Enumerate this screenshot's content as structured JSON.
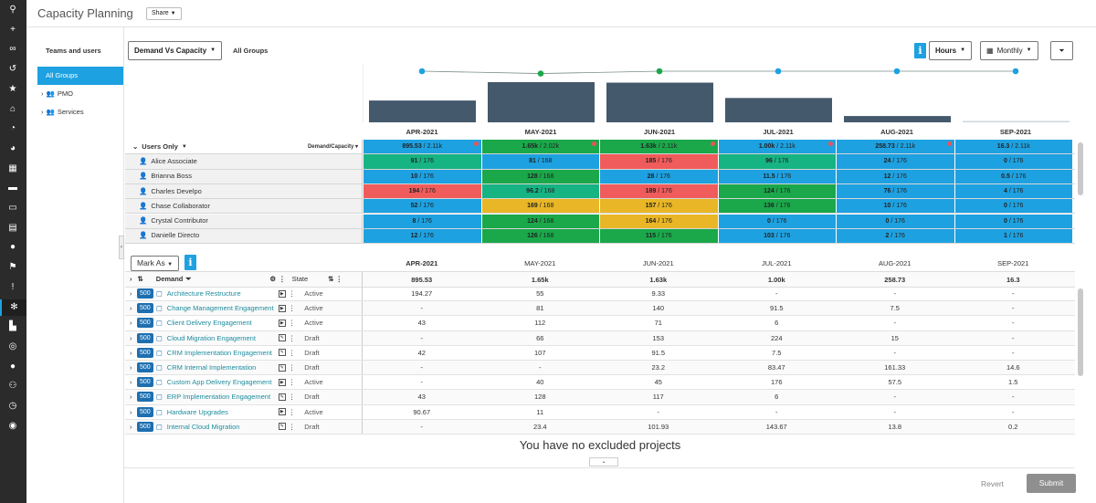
{
  "header": {
    "title": "Capacity Planning",
    "share_label": "Share"
  },
  "left_panel": {
    "heading": "Teams and users",
    "selected": "All Groups",
    "groups": [
      "PMO",
      "Services"
    ]
  },
  "toolbar": {
    "view_label": "Demand Vs Capacity",
    "group_label": "All Groups",
    "info": "i",
    "unit_label": "Hours",
    "period_label": "Monthly"
  },
  "months": [
    "APR-2021",
    "MAY-2021",
    "JUN-2021",
    "JUL-2021",
    "AUG-2021",
    "SEP-2021"
  ],
  "chart_data": {
    "type": "bar",
    "categories": [
      "APR-2021",
      "MAY-2021",
      "JUN-2021",
      "JUL-2021",
      "AUG-2021",
      "SEP-2021"
    ],
    "values": [
      895.53,
      1650,
      1630,
      1000,
      258.73,
      16.3
    ],
    "capacity_line": [
      2110,
      2020,
      2110,
      2110,
      2110,
      2110
    ],
    "status_colors": [
      "#1ea1e1",
      "#1aa84a",
      "#1aa84a",
      "#1ea1e1",
      "#1ea1e1",
      "#1ea1e1"
    ]
  },
  "capacity": {
    "group_label": "Users Only",
    "demand_capacity_label": "Demand/Capacity",
    "summary": [
      "895.53 / 2.11k",
      "1.65k / 2.02k",
      "1.63k / 2.11k",
      "1.00k / 2.11k",
      "258.73 / 2.11k",
      "16.3 / 2.11k"
    ],
    "summary_colors": [
      "#1ea1e1",
      "#1aa84a",
      "#1aa84a",
      "#1ea1e1",
      "#1ea1e1",
      "#1ea1e1"
    ],
    "users": [
      {
        "name": "Alice Associate",
        "cells": [
          "91 / 176",
          "81 / 168",
          "185 / 176",
          "96 / 176",
          "24 / 176",
          "0 / 176"
        ],
        "colors": [
          "#16b383",
          "#1ea1e1",
          "#f05b5b",
          "#16b383",
          "#1ea1e1",
          "#1ea1e1"
        ]
      },
      {
        "name": "Brianna Boss",
        "cells": [
          "10 / 176",
          "128 / 168",
          "28 / 176",
          "11.5 / 176",
          "12 / 176",
          "0.5 / 176"
        ],
        "colors": [
          "#1ea1e1",
          "#1aa84a",
          "#1ea1e1",
          "#1ea1e1",
          "#1ea1e1",
          "#1ea1e1"
        ]
      },
      {
        "name": "Charles Develpo",
        "cells": [
          "194 / 176",
          "96.2 / 168",
          "189 / 176",
          "124 / 176",
          "76 / 176",
          "4 / 176"
        ],
        "colors": [
          "#f05b5b",
          "#16b383",
          "#f05b5b",
          "#1aa84a",
          "#1ea1e1",
          "#1ea1e1"
        ]
      },
      {
        "name": "Chase Collaborator",
        "cells": [
          "52 / 176",
          "169 / 168",
          "157 / 176",
          "136 / 176",
          "10 / 176",
          "0 / 176"
        ],
        "colors": [
          "#1ea1e1",
          "#e8b626",
          "#e8b626",
          "#1aa84a",
          "#1ea1e1",
          "#1ea1e1"
        ]
      },
      {
        "name": "Crystal Contributor",
        "cells": [
          "8 / 176",
          "124 / 168",
          "164 / 176",
          "0 / 176",
          "0 / 176",
          "0 / 176"
        ],
        "colors": [
          "#1ea1e1",
          "#1aa84a",
          "#e8b626",
          "#1ea1e1",
          "#1ea1e1",
          "#1ea1e1"
        ]
      },
      {
        "name": "Danielle Directo",
        "cells": [
          "12 / 176",
          "126 / 168",
          "115 / 176",
          "103 / 176",
          "2 / 176",
          "1 / 176"
        ],
        "colors": [
          "#1ea1e1",
          "#1aa84a",
          "#1aa84a",
          "#1ea1e1",
          "#1ea1e1",
          "#1ea1e1"
        ]
      }
    ]
  },
  "demand": {
    "mark_as_label": "Mark As",
    "demand_label": "Demand",
    "state_label": "State",
    "totals": [
      "895.53",
      "1.65k",
      "1.63k",
      "1.00k",
      "258.73",
      "16.3"
    ],
    "rows": [
      {
        "badge": "500",
        "name": "Architecture Restructure",
        "state": "Active",
        "values": [
          "194.27",
          "55",
          "9.33",
          "-",
          "-",
          "-"
        ]
      },
      {
        "badge": "500",
        "name": "Change Management Engagement",
        "state": "Active",
        "values": [
          "-",
          "81",
          "140",
          "91.5",
          "7.5",
          "-"
        ]
      },
      {
        "badge": "500",
        "name": "Client Delivery Engagement",
        "state": "Active",
        "values": [
          "43",
          "112",
          "71",
          "6",
          "-",
          "-"
        ]
      },
      {
        "badge": "500",
        "name": "Cloud Migration Engagement",
        "state": "Draft",
        "values": [
          "-",
          "66",
          "153",
          "224",
          "15",
          "-"
        ]
      },
      {
        "badge": "500",
        "name": "CRM Implementation Engagement",
        "state": "Draft",
        "values": [
          "42",
          "107",
          "91.5",
          "7.5",
          "-",
          "-"
        ]
      },
      {
        "badge": "500",
        "name": "CRM Internal Implementation",
        "state": "Draft",
        "values": [
          "-",
          "-",
          "23.2",
          "83.47",
          "161.33",
          "14.6"
        ]
      },
      {
        "badge": "500",
        "name": "Custom App Delivery Engagement",
        "state": "Active",
        "values": [
          "-",
          "40",
          "45",
          "176",
          "57.5",
          "1.5"
        ]
      },
      {
        "badge": "500",
        "name": "ERP Implementation Engagement",
        "state": "Draft",
        "values": [
          "43",
          "128",
          "117",
          "6",
          "-",
          "-"
        ]
      },
      {
        "badge": "500",
        "name": "Hardware Upgrades",
        "state": "Active",
        "values": [
          "90.67",
          "11",
          "-",
          "-",
          "-",
          "-"
        ]
      },
      {
        "badge": "500",
        "name": "Internal Cloud Migration",
        "state": "Draft",
        "values": [
          "-",
          "23.4",
          "101.93",
          "143.67",
          "13.8",
          "0.2"
        ]
      }
    ],
    "empty_message": "You have no excluded projects"
  },
  "footer": {
    "revert_label": "Revert",
    "submit_label": "Submit"
  },
  "rail_icons": [
    "search-icon",
    "plus-icon",
    "infinity-icon",
    "history-icon",
    "star-icon",
    "home-icon",
    "dashboard-icon",
    "pie-chart-icon",
    "building-icon",
    "briefcase-icon",
    "toolbox-icon",
    "clipboard-icon",
    "lightbulb-icon",
    "flag-icon",
    "exclamation-icon",
    "snowflake-icon",
    "chart-icon",
    "target-icon",
    "user-icon",
    "users-icon",
    "timer-icon",
    "chat-icon"
  ]
}
